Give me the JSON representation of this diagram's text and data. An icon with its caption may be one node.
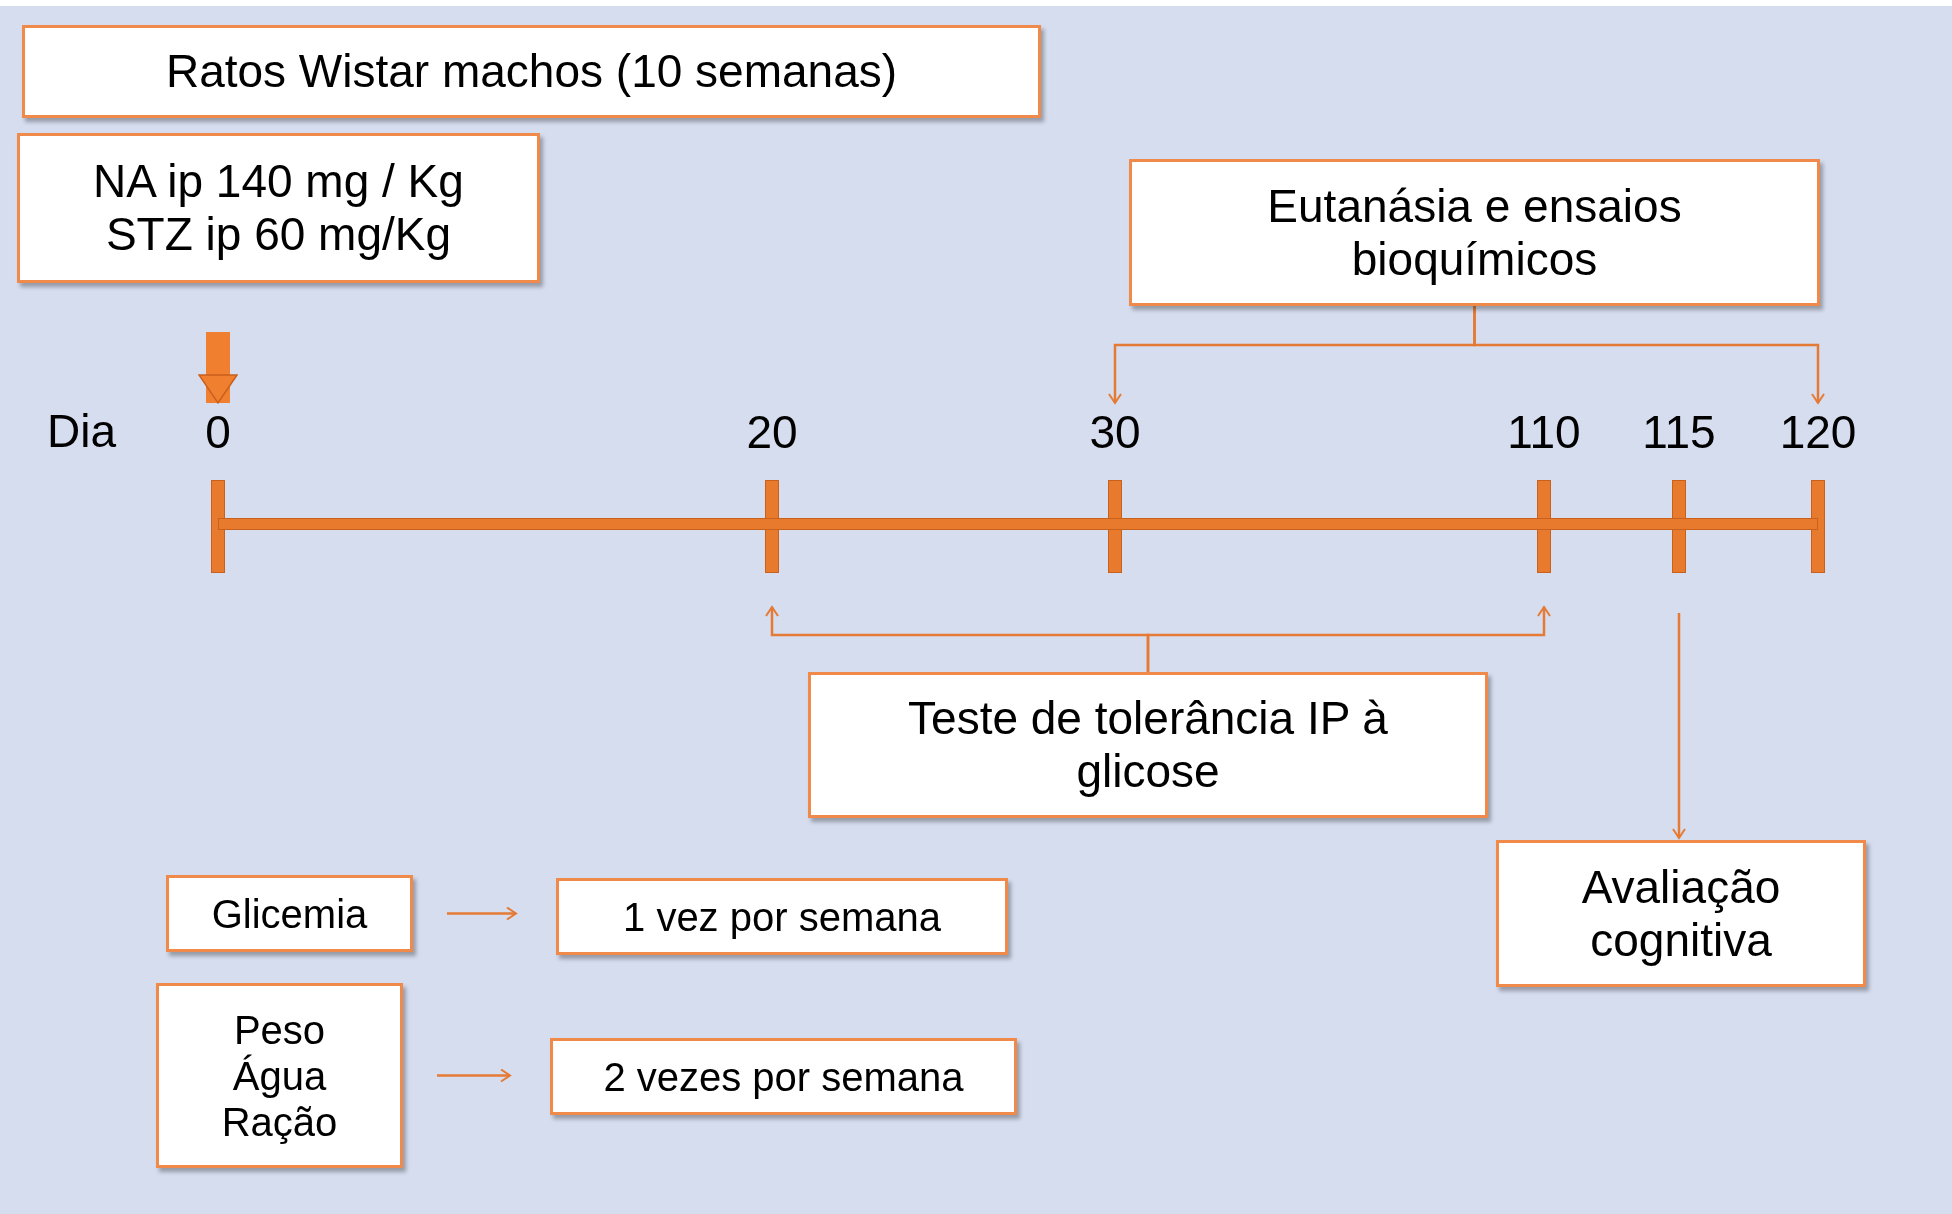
{
  "diagram": {
    "nodes": [
      {
        "text": [
          "Ratos Wistar machos (10 semanas)"
        ]
      },
      {
        "text": [
          "NA ip 140 mg / Kg",
          "STZ ip 60 mg/Kg"
        ]
      },
      {
        "text": [
          "Eutanásia e ensaios bioquímicos"
        ]
      },
      {
        "text": [
          "0"
        ]
      },
      {
        "text": [
          "20"
        ]
      },
      {
        "text": [
          "30"
        ]
      },
      {
        "text": [
          "110"
        ]
      },
      {
        "text": [
          "115"
        ]
      },
      {
        "text": [
          "120"
        ]
      },
      {
        "text": [
          "Teste de tolerância IP à glicose"
        ]
      },
      {
        "text": [
          "Avaliação cognitiva"
        ]
      },
      {
        "text": [
          "Glicemia"
        ]
      },
      {
        "text": [
          "1 vez por semana"
        ]
      },
      {
        "text": [
          "Peso",
          "Água",
          "Ração"
        ]
      },
      {
        "text": [
          "2 vezes por semana"
        ]
      },
      {
        "text": [],
        "shape": "bar"
      }
    ],
    "edges": [
      {
        "from": null,
        "to": 3,
        "arrow": "to",
        "style": "thick"
      },
      {
        "from": 2,
        "to": 5,
        "arrow": "to"
      },
      {
        "from": 2,
        "to": 8,
        "arrow": "to"
      },
      {
        "from": 9,
        "to": 4,
        "arrow": "to"
      },
      {
        "from": 9,
        "to": 6,
        "arrow": "to"
      },
      {
        "from": 7,
        "to": 10,
        "arrow": "to"
      },
      {
        "from": 11,
        "to": 12,
        "arrow": "to"
      },
      {
        "from": 13,
        "to": 14,
        "arrow": "to"
      }
    ],
    "labels": [
      "Dia"
    ]
  }
}
